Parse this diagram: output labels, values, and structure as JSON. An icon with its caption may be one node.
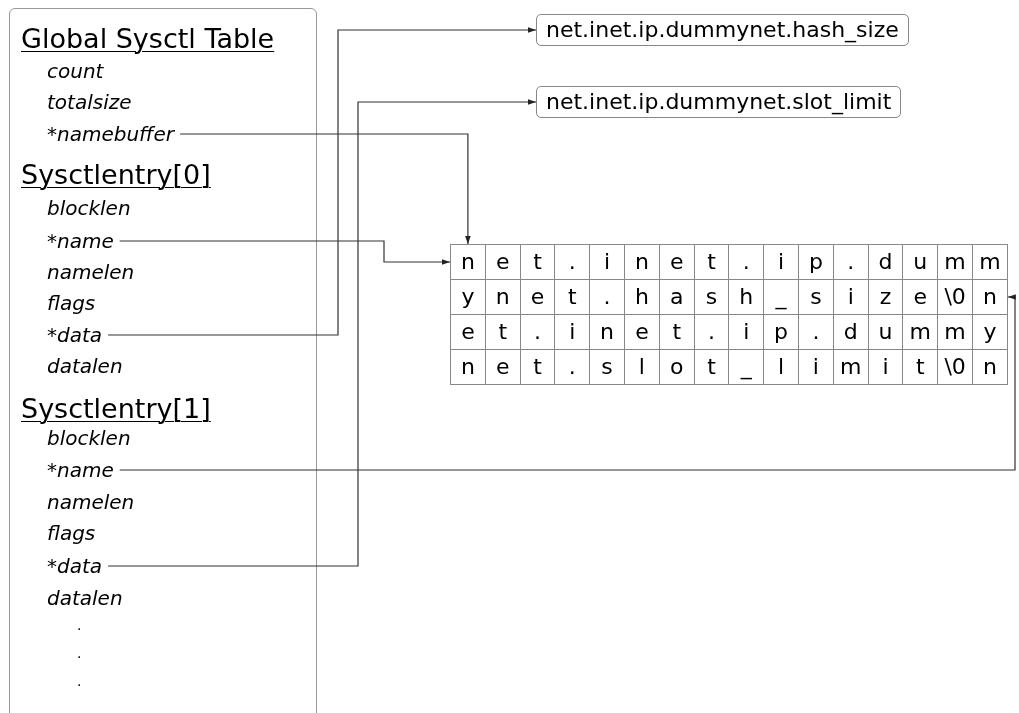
{
  "diagram": {
    "nodes": [
      {
        "text": [],
        "shape": "box"
      },
      {
        "text": [
          "Global Sysctl Table"
        ],
        "in": 0
      },
      {
        "text": [
          "count"
        ],
        "in": 0
      },
      {
        "text": [
          "totalsize"
        ],
        "in": 0
      },
      {
        "text": [
          "*namebuffer"
        ],
        "in": 0
      },
      {
        "text": [
          "Sysctlentry[0]"
        ],
        "in": 0
      },
      {
        "text": [
          "blocklen"
        ],
        "in": 0
      },
      {
        "text": [
          "*name"
        ],
        "in": 0
      },
      {
        "text": [
          "namelen"
        ],
        "in": 0
      },
      {
        "text": [
          "flags"
        ],
        "in": 0
      },
      {
        "text": [
          "*data"
        ],
        "in": 0
      },
      {
        "text": [
          "datalen"
        ],
        "in": 0
      },
      {
        "text": [
          "Sysctlentry[1]"
        ],
        "in": 0
      },
      {
        "text": [
          "blocklen"
        ],
        "in": 0
      },
      {
        "text": [
          "*name"
        ],
        "in": 0
      },
      {
        "text": [
          "namelen"
        ],
        "in": 0
      },
      {
        "text": [
          "flags"
        ],
        "in": 0
      },
      {
        "text": [
          "*data"
        ],
        "in": 0
      },
      {
        "text": [
          "datalen"
        ],
        "in": 0
      },
      {
        "text": [
          "."
        ],
        "in": 0
      },
      {
        "text": [
          "."
        ],
        "in": 0
      },
      {
        "text": [
          "."
        ],
        "in": 0
      },
      {
        "text": [
          "net.inet.ip.dummynet.hash_size"
        ]
      },
      {
        "text": [
          "net.inet.ip.dummynet.slot_limit"
        ]
      },
      {
        "text": [],
        "shape": "box"
      },
      {
        "text": [
          "n"
        ],
        "in": 24
      },
      {
        "text": [
          "e"
        ],
        "in": 24
      },
      {
        "text": [
          "t"
        ],
        "in": 24
      },
      {
        "text": [
          "."
        ],
        "in": 24
      },
      {
        "text": [
          "i"
        ],
        "in": 24
      },
      {
        "text": [
          "n"
        ],
        "in": 24
      },
      {
        "text": [
          "e"
        ],
        "in": 24
      },
      {
        "text": [
          "t"
        ],
        "in": 24
      },
      {
        "text": [
          "."
        ],
        "in": 24
      },
      {
        "text": [
          "i"
        ],
        "in": 24
      },
      {
        "text": [
          "p"
        ],
        "in": 24
      },
      {
        "text": [
          "."
        ],
        "in": 24
      },
      {
        "text": [
          "d"
        ],
        "in": 24
      },
      {
        "text": [
          "u"
        ],
        "in": 24
      },
      {
        "text": [
          "m"
        ],
        "in": 24
      },
      {
        "text": [
          "m"
        ],
        "in": 24
      },
      {
        "text": [
          "y"
        ],
        "in": 24
      },
      {
        "text": [
          "n"
        ],
        "in": 24
      },
      {
        "text": [
          "e"
        ],
        "in": 24
      },
      {
        "text": [
          "t"
        ],
        "in": 24
      },
      {
        "text": [
          "."
        ],
        "in": 24
      },
      {
        "text": [
          "h"
        ],
        "in": 24
      },
      {
        "text": [
          "a"
        ],
        "in": 24
      },
      {
        "text": [
          "s"
        ],
        "in": 24
      },
      {
        "text": [
          "h"
        ],
        "in": 24
      },
      {
        "text": [
          "_"
        ],
        "in": 24
      },
      {
        "text": [
          "s"
        ],
        "in": 24
      },
      {
        "text": [
          "i"
        ],
        "in": 24
      },
      {
        "text": [
          "z"
        ],
        "in": 24
      },
      {
        "text": [
          "e"
        ],
        "in": 24
      },
      {
        "text": [
          "\\0"
        ],
        "in": 24
      },
      {
        "text": [
          "n"
        ],
        "in": 24
      },
      {
        "text": [
          "e"
        ],
        "in": 24
      },
      {
        "text": [
          "t"
        ],
        "in": 24
      },
      {
        "text": [
          "."
        ],
        "in": 24
      },
      {
        "text": [
          "i"
        ],
        "in": 24
      },
      {
        "text": [
          "n"
        ],
        "in": 24
      },
      {
        "text": [
          "e"
        ],
        "in": 24
      },
      {
        "text": [
          "t"
        ],
        "in": 24
      },
      {
        "text": [
          "."
        ],
        "in": 24
      },
      {
        "text": [
          "i"
        ],
        "in": 24
      },
      {
        "text": [
          "p"
        ],
        "in": 24
      },
      {
        "text": [
          "."
        ],
        "in": 24
      },
      {
        "text": [
          "d"
        ],
        "in": 24
      },
      {
        "text": [
          "u"
        ],
        "in": 24
      },
      {
        "text": [
          "m"
        ],
        "in": 24
      },
      {
        "text": [
          "m"
        ],
        "in": 24
      },
      {
        "text": [
          "y"
        ],
        "in": 24
      },
      {
        "text": [
          "n"
        ],
        "in": 24
      },
      {
        "text": [
          "e"
        ],
        "in": 24
      },
      {
        "text": [
          "t"
        ],
        "in": 24
      },
      {
        "text": [
          "."
        ],
        "in": 24
      },
      {
        "text": [
          "s"
        ],
        "in": 24
      },
      {
        "text": [
          "l"
        ],
        "in": 24
      },
      {
        "text": [
          "o"
        ],
        "in": 24
      },
      {
        "text": [
          "t"
        ],
        "in": 24
      },
      {
        "text": [
          "_"
        ],
        "in": 24
      },
      {
        "text": [
          "l"
        ],
        "in": 24
      },
      {
        "text": [
          "i"
        ],
        "in": 24
      },
      {
        "text": [
          "m"
        ],
        "in": 24
      },
      {
        "text": [
          "i"
        ],
        "in": 24
      },
      {
        "text": [
          "t"
        ],
        "in": 24
      },
      {
        "text": [
          "\\0"
        ],
        "in": 24
      },
      {
        "text": [
          "n"
        ],
        "in": 24
      }
    ],
    "edges": [
      {
        "from": 4,
        "to": 25,
        "arrow": "to"
      },
      {
        "from": 7,
        "to": 25,
        "arrow": "to"
      },
      {
        "from": 10,
        "to": 22,
        "arrow": "to"
      },
      {
        "from": 14,
        "to": 56,
        "arrow": "to"
      },
      {
        "from": 17,
        "to": 23,
        "arrow": "to"
      }
    ]
  }
}
